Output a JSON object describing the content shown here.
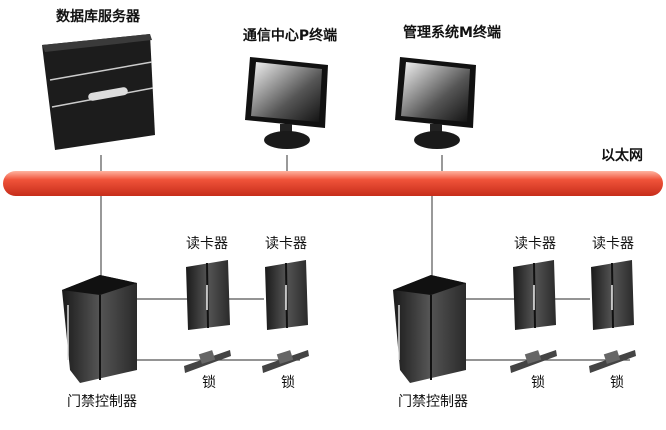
{
  "labels": {
    "database_server": "数据库服务器",
    "terminal_p": "通信中心P终端",
    "terminal_m": "管理系统M终端",
    "ethernet": "以太网"
  },
  "groups": [
    {
      "controller": "门禁控制器",
      "readers": [
        "读卡器",
        "读卡器"
      ],
      "locks": [
        "锁",
        "锁"
      ]
    },
    {
      "controller": "门禁控制器",
      "readers": [
        "读卡器",
        "读卡器"
      ],
      "locks": [
        "锁",
        "锁"
      ]
    }
  ],
  "colors": {
    "bus": "#f0533a",
    "device": "#2a2a2a",
    "line": "#555555"
  }
}
